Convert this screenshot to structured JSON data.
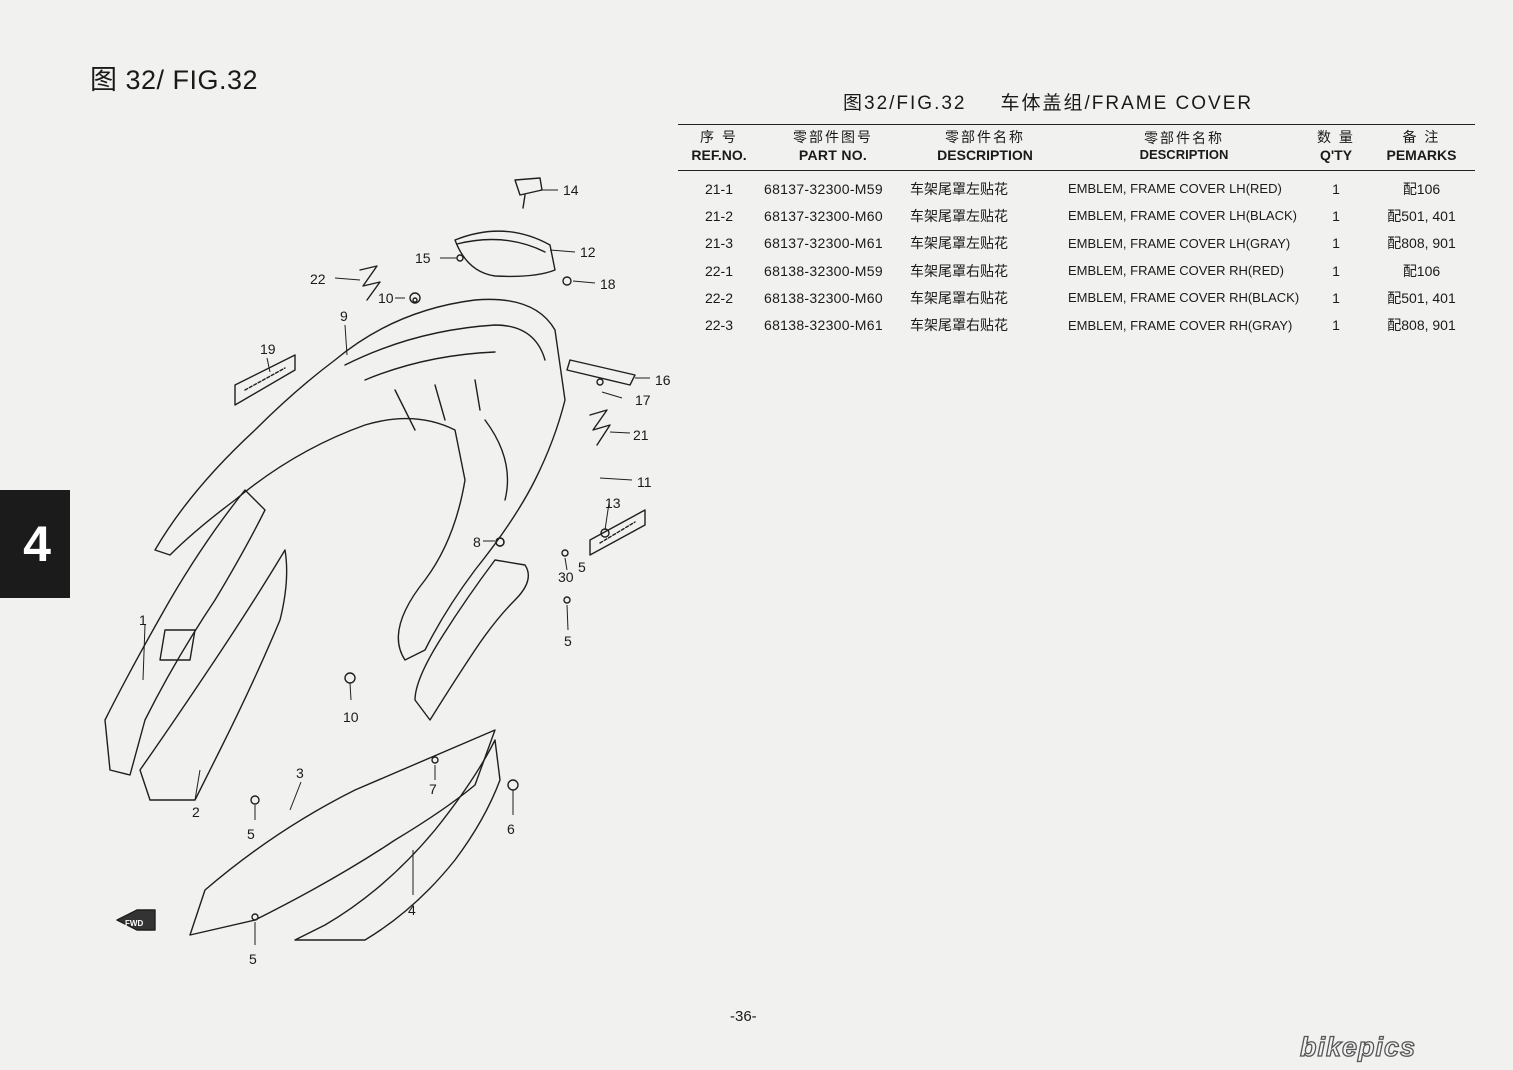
{
  "left_title": "图 32/ FIG.32",
  "right_title": {
    "fig": "图32/FIG.32",
    "section": "车体盖组/FRAME COVER"
  },
  "section_tab": "4",
  "headers": {
    "ref_zh": "序 号",
    "ref_en": "REF.NO.",
    "pn_zh": "零部件图号",
    "pn_en": "PART NO.",
    "desc_zh_zh": "零部件名称",
    "desc_zh_en": "DESCRIPTION",
    "desc_en_zh": "零部件名称",
    "desc_en_en": "DESCRIPTION",
    "qty_zh": "数 量",
    "qty_en": "Q'TY",
    "rem_zh": "备 注",
    "rem_en": "PEMARKS"
  },
  "rows": [
    {
      "ref": "21-1",
      "pn": "68137-32300-M59",
      "zh": "车架尾罩左贴花",
      "en": "EMBLEM, FRAME COVER LH(RED)",
      "qty": "1",
      "remark": "配106"
    },
    {
      "ref": "21-2",
      "pn": "68137-32300-M60",
      "zh": "车架尾罩左贴花",
      "en": "EMBLEM, FRAME COVER LH(BLACK)",
      "qty": "1",
      "remark": "配501, 401"
    },
    {
      "ref": "21-3",
      "pn": "68137-32300-M61",
      "zh": "车架尾罩左贴花",
      "en": "EMBLEM, FRAME COVER LH(GRAY)",
      "qty": "1",
      "remark": "配808, 901"
    },
    {
      "ref": "22-1",
      "pn": "68138-32300-M59",
      "zh": "车架尾罩右贴花",
      "en": "EMBLEM, FRAME COVER RH(RED)",
      "qty": "1",
      "remark": "配106"
    },
    {
      "ref": "22-2",
      "pn": "68138-32300-M60",
      "zh": "车架尾罩右贴花",
      "en": "EMBLEM, FRAME COVER RH(BLACK)",
      "qty": "1",
      "remark": "配501, 401"
    },
    {
      "ref": "22-3",
      "pn": "68138-32300-M61",
      "zh": "车架尾罩右贴花",
      "en": "EMBLEM, FRAME COVER RH(GRAY)",
      "qty": "1",
      "remark": "配808, 901"
    }
  ],
  "callouts": {
    "c14": "14",
    "c12": "12",
    "c15": "15",
    "c18": "18",
    "c22": "22",
    "c10a": "10",
    "c9": "9",
    "c19": "19",
    "c16": "16",
    "c17": "17",
    "c21": "21",
    "c11": "11",
    "c13": "13",
    "c8": "8",
    "c5a": "5",
    "c30": "30",
    "c5b": "5",
    "c1": "1",
    "c10b": "10",
    "c3": "3",
    "c7": "7",
    "c6": "6",
    "c2": "2",
    "c5c": "5",
    "c4": "4",
    "c5d": "5",
    "fwd": "FWD"
  },
  "page_number": "-36-",
  "watermark": "bikepics"
}
